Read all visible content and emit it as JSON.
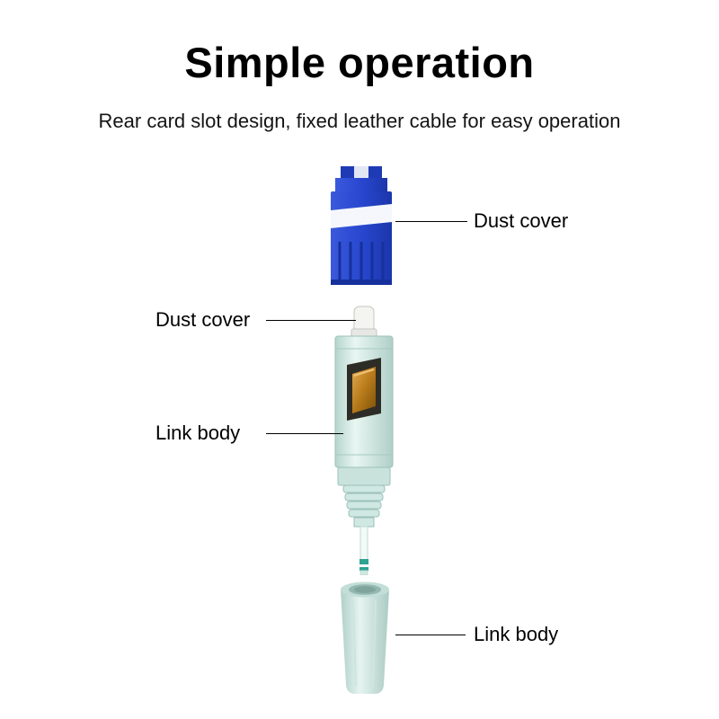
{
  "title": "Simple operation",
  "subtitle": "Rear card slot design, fixed leather cable for easy operation",
  "annotations": {
    "dust_cover_top": "Dust cover",
    "dust_cover_left": "Dust cover",
    "link_body_left": "Link body",
    "link_body_bottom": "Link body"
  },
  "colors": {
    "connector_blue": "#2a4ad0",
    "body_mint": "#cfe8e1",
    "ferrule_gold": "#b87a1a",
    "tail_teal": "#2fa392",
    "text": "#000000",
    "background": "#ffffff"
  }
}
